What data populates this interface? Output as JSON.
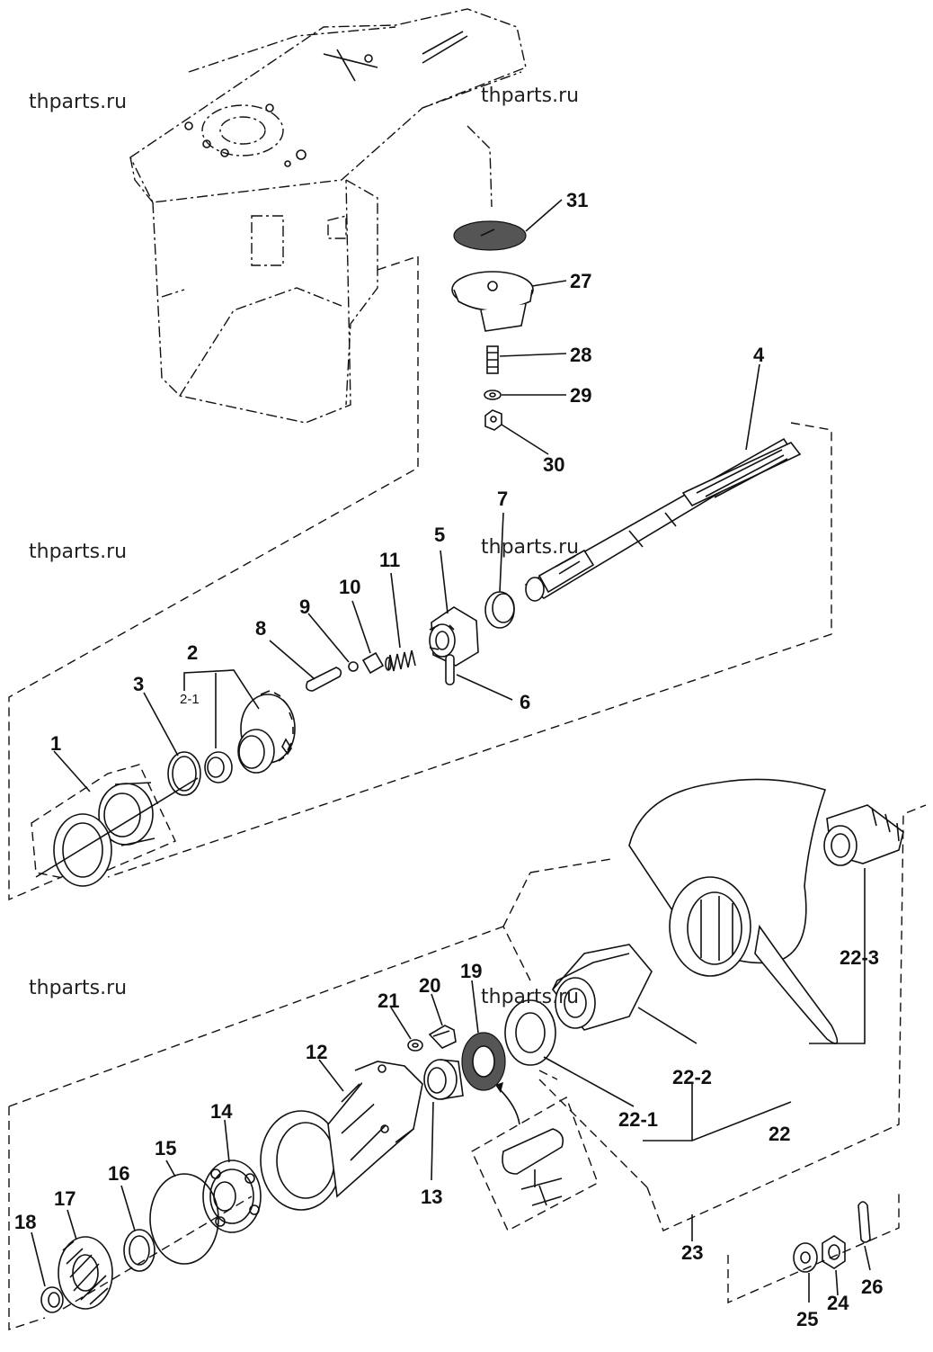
{
  "watermarks": [
    "thparts.ru",
    "thparts.ru",
    "thparts.ru",
    "thparts.ru",
    "thparts.ru",
    "thparts.ru"
  ],
  "labels": {
    "p1": "1",
    "p2": "2",
    "p2_1": "2-1",
    "p3": "3",
    "p4": "4",
    "p5": "5",
    "p6": "6",
    "p7": "7",
    "p8": "8",
    "p9": "9",
    "p10": "10",
    "p11": "11",
    "p12": "12",
    "p13": "13",
    "p14": "14",
    "p15": "15",
    "p16": "16",
    "p17": "17",
    "p18": "18",
    "p19": "19",
    "p20": "20",
    "p21": "21",
    "p22": "22",
    "p22_1": "22-1",
    "p22_2": "22-2",
    "p22_3": "22-3",
    "p23": "23",
    "p24": "24",
    "p25": "25",
    "p26": "26",
    "p27": "27",
    "p28": "28",
    "p29": "29",
    "p30": "30",
    "p31": "31"
  }
}
